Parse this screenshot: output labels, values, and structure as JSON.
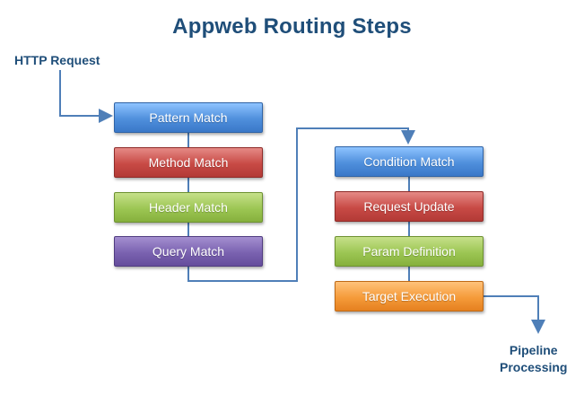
{
  "title": "Appweb Routing Steps",
  "input_label": "HTTP Request",
  "output_label": {
    "line1": "Pipeline",
    "line2": "Processing"
  },
  "left_column": [
    {
      "label": "Pattern Match",
      "color": "#4f8fdc"
    },
    {
      "label": "Method Match",
      "color": "#c84a45"
    },
    {
      "label": "Header Match",
      "color": "#9cc653"
    },
    {
      "label": "Query Match",
      "color": "#7a62b0"
    }
  ],
  "right_column": [
    {
      "label": "Condition Match",
      "color": "#4f8fdc"
    },
    {
      "label": "Request Update",
      "color": "#c84a45"
    },
    {
      "label": "Param Definition",
      "color": "#9cc653"
    },
    {
      "label": "Target Execution",
      "color": "#f59b3a"
    }
  ],
  "connector_color": "#4f7fb8"
}
